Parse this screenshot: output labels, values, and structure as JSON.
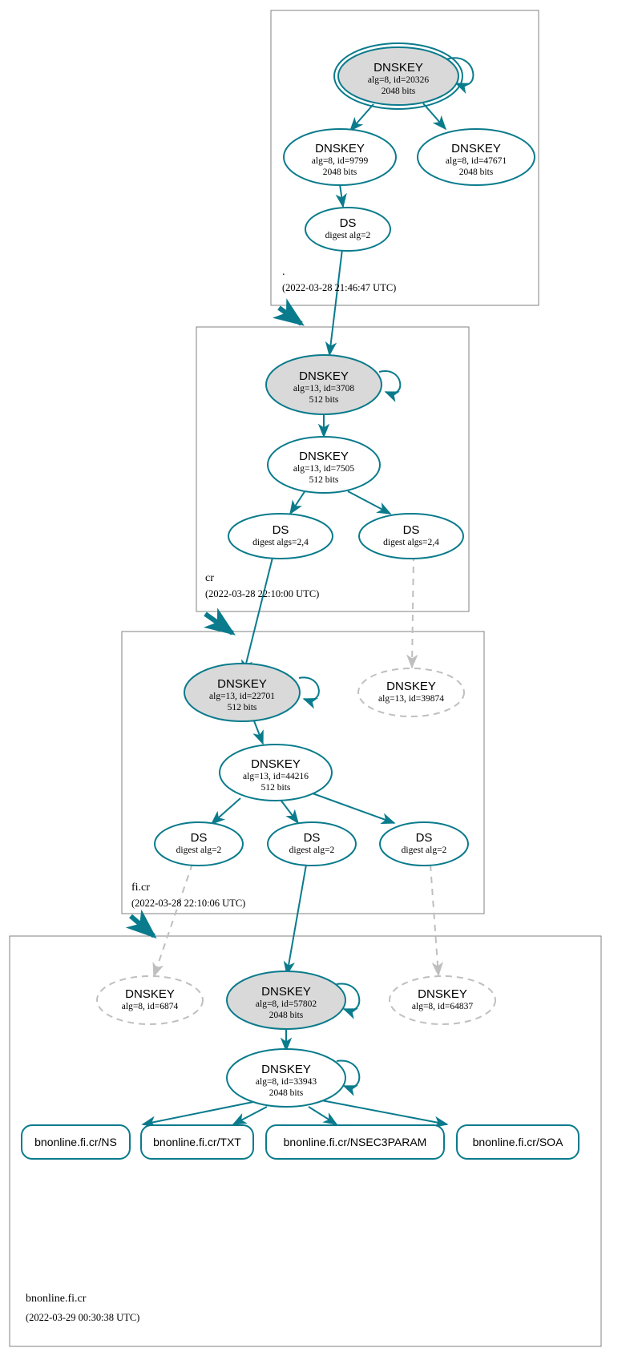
{
  "diagram": {
    "kind": "dnssec-authentication-chain",
    "colors": {
      "secure_edge": "#0a7b8c",
      "insecure_edge": "#bfbfbf",
      "secure_node_fill": "#d9d9d9",
      "node_fill": "#ffffff",
      "zone_border": "#808080"
    }
  },
  "zones": [
    {
      "id": "root",
      "name": ".",
      "timestamp": "(2022-03-28 21:46:47 UTC)",
      "nodes": [
        {
          "id": "root-ksk",
          "type": "DNSKEY",
          "title": "DNSKEY",
          "line2": "alg=8, id=20326",
          "line3": "2048 bits",
          "state": "secure",
          "trust_anchor": true
        },
        {
          "id": "root-zsk-9799",
          "type": "DNSKEY",
          "title": "DNSKEY",
          "line2": "alg=8, id=9799",
          "line3": "2048 bits",
          "state": "normal",
          "trust_anchor": false
        },
        {
          "id": "root-zsk-47671",
          "type": "DNSKEY",
          "title": "DNSKEY",
          "line2": "alg=8, id=47671",
          "line3": "2048 bits",
          "state": "normal",
          "trust_anchor": false
        },
        {
          "id": "root-ds-cr",
          "type": "DS",
          "title": "DS",
          "line2": "digest alg=2",
          "line3": "",
          "state": "normal",
          "trust_anchor": false
        }
      ]
    },
    {
      "id": "cr",
      "name": "cr",
      "timestamp": "(2022-03-28 22:10:00 UTC)",
      "nodes": [
        {
          "id": "cr-ksk",
          "type": "DNSKEY",
          "title": "DNSKEY",
          "line2": "alg=13, id=3708",
          "line3": "512 bits",
          "state": "secure",
          "trust_anchor": false
        },
        {
          "id": "cr-zsk",
          "type": "DNSKEY",
          "title": "DNSKEY",
          "line2": "alg=13, id=7505",
          "line3": "512 bits",
          "state": "normal",
          "trust_anchor": false
        },
        {
          "id": "cr-ds-left",
          "type": "DS",
          "title": "DS",
          "line2": "digest algs=2,4",
          "line3": "",
          "state": "normal",
          "trust_anchor": false
        },
        {
          "id": "cr-ds-right",
          "type": "DS",
          "title": "DS",
          "line2": "digest algs=2,4",
          "line3": "",
          "state": "normal",
          "trust_anchor": false
        }
      ]
    },
    {
      "id": "ficr",
      "name": "fi.cr",
      "timestamp": "(2022-03-28 22:10:06 UTC)",
      "nodes": [
        {
          "id": "ficr-ksk",
          "type": "DNSKEY",
          "title": "DNSKEY",
          "line2": "alg=13, id=22701",
          "line3": "512 bits",
          "state": "secure",
          "trust_anchor": false
        },
        {
          "id": "ficr-key-39874",
          "type": "DNSKEY",
          "title": "DNSKEY",
          "line2": "alg=13, id=39874",
          "line3": "",
          "state": "insecure",
          "trust_anchor": false
        },
        {
          "id": "ficr-zsk",
          "type": "DNSKEY",
          "title": "DNSKEY",
          "line2": "alg=13, id=44216",
          "line3": "512 bits",
          "state": "normal",
          "trust_anchor": false
        },
        {
          "id": "ficr-ds-1",
          "type": "DS",
          "title": "DS",
          "line2": "digest alg=2",
          "line3": "",
          "state": "normal",
          "trust_anchor": false
        },
        {
          "id": "ficr-ds-2",
          "type": "DS",
          "title": "DS",
          "line2": "digest alg=2",
          "line3": "",
          "state": "normal",
          "trust_anchor": false
        },
        {
          "id": "ficr-ds-3",
          "type": "DS",
          "title": "DS",
          "line2": "digest alg=2",
          "line3": "",
          "state": "normal",
          "trust_anchor": false
        }
      ]
    },
    {
      "id": "bnonline",
      "name": "bnonline.fi.cr",
      "timestamp": "(2022-03-29 00:30:38 UTC)",
      "nodes": [
        {
          "id": "bn-key-6874",
          "type": "DNSKEY",
          "title": "DNSKEY",
          "line2": "alg=8, id=6874",
          "line3": "",
          "state": "insecure",
          "trust_anchor": false
        },
        {
          "id": "bn-ksk",
          "type": "DNSKEY",
          "title": "DNSKEY",
          "line2": "alg=8, id=57802",
          "line3": "2048 bits",
          "state": "secure",
          "trust_anchor": false
        },
        {
          "id": "bn-key-64837",
          "type": "DNSKEY",
          "title": "DNSKEY",
          "line2": "alg=8, id=64837",
          "line3": "",
          "state": "insecure",
          "trust_anchor": false
        },
        {
          "id": "bn-zsk",
          "type": "DNSKEY",
          "title": "DNSKEY",
          "line2": "alg=8, id=33943",
          "line3": "2048 bits",
          "state": "normal",
          "trust_anchor": false
        }
      ],
      "rrsets": [
        {
          "id": "rr-ns",
          "label": "bnonline.fi.cr/NS"
        },
        {
          "id": "rr-txt",
          "label": "bnonline.fi.cr/TXT"
        },
        {
          "id": "rr-nsec3param",
          "label": "bnonline.fi.cr/NSEC3PARAM"
        },
        {
          "id": "rr-soa",
          "label": "bnonline.fi.cr/SOA"
        }
      ]
    }
  ]
}
